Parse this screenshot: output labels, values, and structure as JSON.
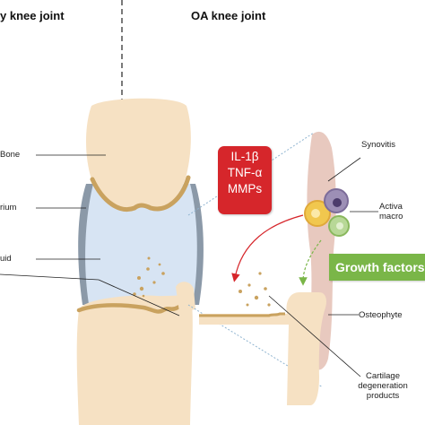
{
  "titles": {
    "healthy": "y knee joint",
    "oa": "OA knee joint"
  },
  "labels": {
    "bone": "Bone",
    "membrane": "rium",
    "fluid": "uid",
    "synovitis": "Synovitis",
    "activated_macro_1": "Activa",
    "activated_macro_2": "macro",
    "osteophyte": "Osteophyte",
    "cartilage_1": "Cartilage",
    "cartilage_2": "degeneration",
    "cartilage_3": "products"
  },
  "mediators": [
    "IL-1β",
    "TNF-α",
    "MMPs"
  ],
  "growth_factors": "Growth factors",
  "colors": {
    "bone": "#f6e1c3",
    "cartilage": "#c9a25f",
    "synovial_fluid": "#d7e4f3",
    "capsule": "#8b99a8",
    "synovium": "#e8c9bf",
    "red": "#d6262b",
    "green": "#7ab648"
  }
}
